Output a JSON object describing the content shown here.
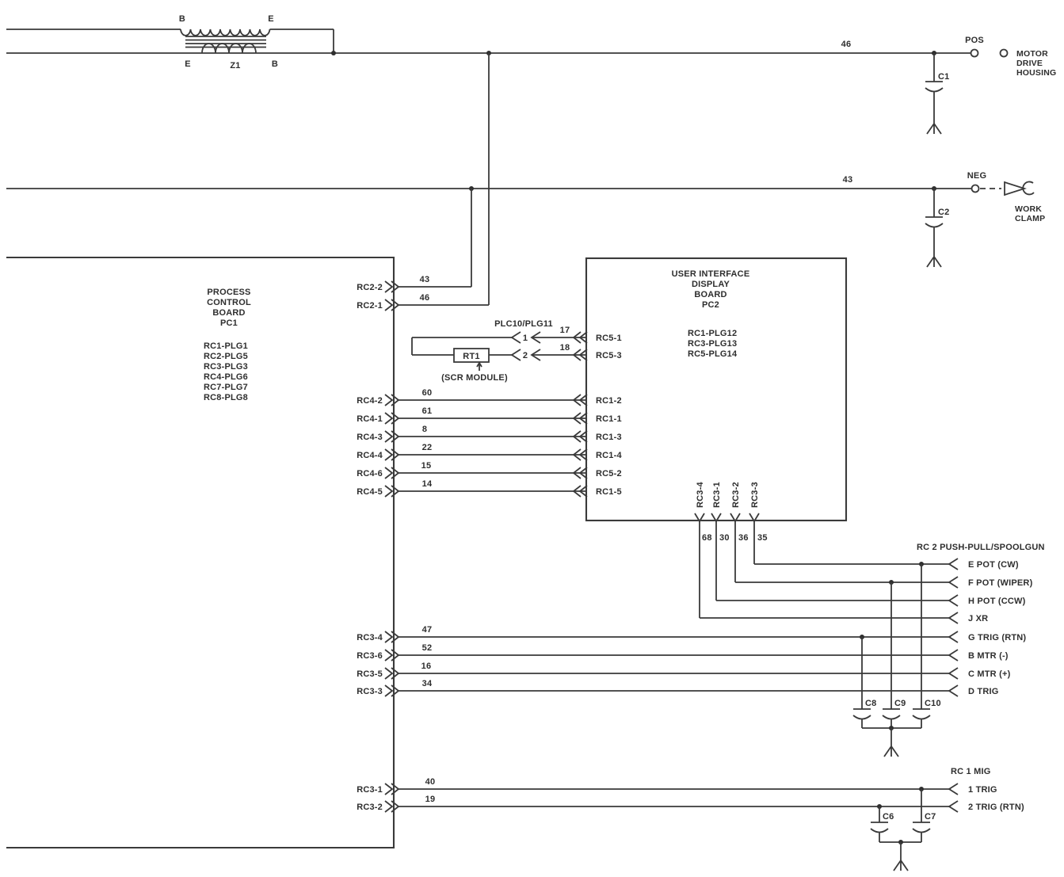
{
  "colors": {
    "line": "#3a3a3a",
    "text": "#2e2e2e",
    "background": "#ffffff"
  },
  "transformer": {
    "ref": "Z1",
    "top_left": "B",
    "top_right": "E",
    "bottom_left": "E",
    "bottom_right": "B"
  },
  "pos_bus": {
    "wire": "46",
    "terminal": "POS",
    "cap": "C1",
    "dest_lines": [
      "MOTOR",
      "DRIVE",
      "HOUSING"
    ]
  },
  "neg_bus": {
    "wire": "43",
    "terminal": "NEG",
    "cap": "C2",
    "dest_lines": [
      "WORK",
      "CLAMP"
    ]
  },
  "pc1": {
    "title_lines": [
      "PROCESS",
      "CONTROL",
      "BOARD",
      "PC1"
    ],
    "plugs": [
      "RC1-PLG1",
      "RC2-PLG5",
      "RC3-PLG3",
      "RC4-PLG6",
      "RC7-PLG7",
      "RC8-PLG8"
    ]
  },
  "pc2": {
    "title_lines": [
      "USER INTERFACE",
      "DISPLAY",
      "BOARD",
      "PC2"
    ],
    "plugs": [
      "RC1-PLG12",
      "RC3-PLG13",
      "RC5-PLG14"
    ]
  },
  "rc2_rows": [
    {
      "pin": "RC2-2",
      "wire": "43"
    },
    {
      "pin": "RC2-1",
      "wire": "46"
    }
  ],
  "scr": {
    "plug_label": "PLC10/PLG11",
    "pin1": "1",
    "pin2": "2",
    "wire1": "17",
    "wire2": "18",
    "dest1": "RC5-1",
    "dest2": "RC5-3",
    "ref": "RT1",
    "note": "(SCR MODULE)"
  },
  "rc4_rows": [
    {
      "pin": "RC4-2",
      "wire": "60",
      "dest": "RC1-2"
    },
    {
      "pin": "RC4-1",
      "wire": "61",
      "dest": "RC1-1"
    },
    {
      "pin": "RC4-3",
      "wire": "8",
      "dest": "RC1-3"
    },
    {
      "pin": "RC4-4",
      "wire": "22",
      "dest": "RC1-4"
    },
    {
      "pin": "RC4-6",
      "wire": "15",
      "dest": "RC5-2"
    },
    {
      "pin": "RC4-5",
      "wire": "14",
      "dest": "RC1-5"
    }
  ],
  "pc2_bottom_pins": [
    {
      "pin": "RC3-4",
      "wire": "68"
    },
    {
      "pin": "RC3-1",
      "wire": "30"
    },
    {
      "pin": "RC3-2",
      "wire": "36"
    },
    {
      "pin": "RC3-3",
      "wire": "35"
    }
  ],
  "rc2_connector": {
    "title": "RC 2 PUSH-PULL/SPOOLGUN",
    "pins": [
      "E POT (CW)",
      "F POT (WIPER)",
      "H POT (CCW)",
      "J XR",
      "G TRIG (RTN)",
      "B MTR (-)",
      "C MTR (+)",
      "D TRIG"
    ],
    "caps": [
      "C8",
      "C9",
      "C10"
    ]
  },
  "rc3_rows": [
    {
      "pin": "RC3-4",
      "wire": "47"
    },
    {
      "pin": "RC3-6",
      "wire": "52"
    },
    {
      "pin": "RC3-5",
      "wire": "16"
    },
    {
      "pin": "RC3-3",
      "wire": "34"
    }
  ],
  "rc1_connector": {
    "title": "RC 1 MIG",
    "pins": [
      "1 TRIG",
      "2 TRIG (RTN)"
    ],
    "caps": [
      "C6",
      "C7"
    ]
  },
  "rc1_rows": [
    {
      "pin": "RC3-1",
      "wire": "40"
    },
    {
      "pin": "RC3-2",
      "wire": "19"
    }
  ]
}
